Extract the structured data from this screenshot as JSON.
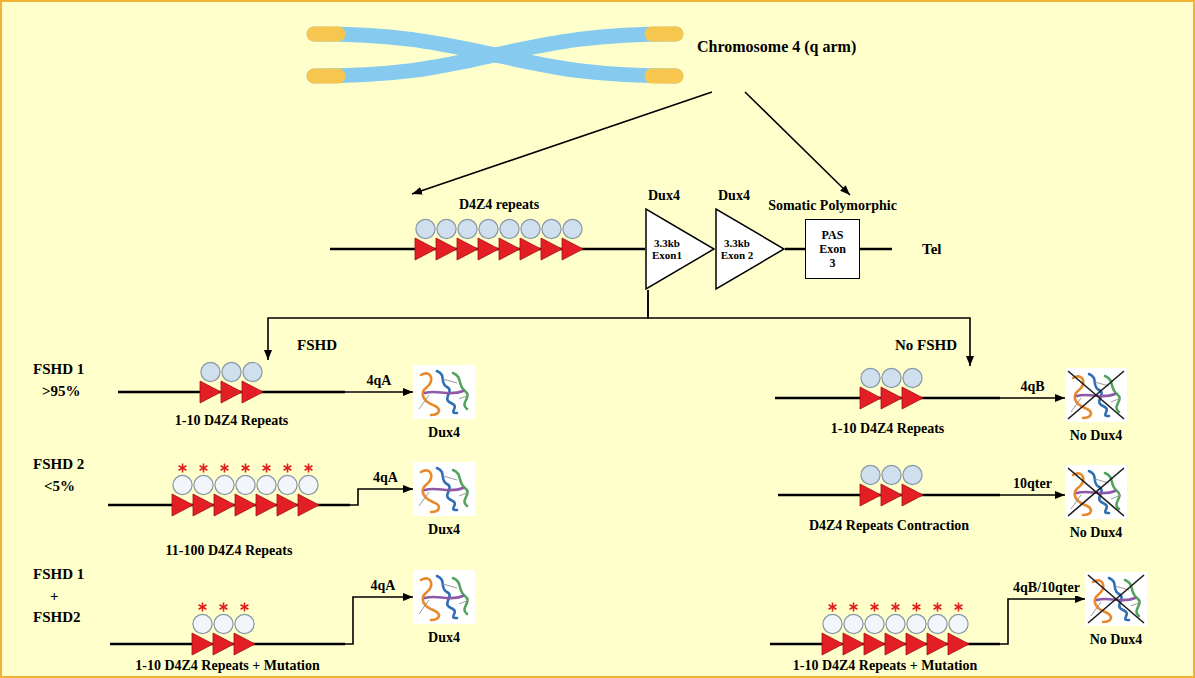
{
  "diagram": {
    "nodes": [
      {
        "text": [
          "Chromosome 4 (q arm)"
        ]
      },
      {
        "text": [
          "D4Z4 repeats"
        ]
      },
      {
        "text": [
          "Dux4",
          "3.3kb Exon1"
        ]
      },
      {
        "text": [
          "Dux4",
          "3.3kb Exon 2"
        ]
      },
      {
        "text": [
          "Somatic Polymorphic",
          "PAS Exon 3"
        ]
      },
      {
        "text": [
          "1-10 D4Z4 Repeats"
        ]
      },
      {
        "text": [
          "Dux4"
        ]
      },
      {
        "text": [
          "1-10 D4Z4 Repeats"
        ]
      },
      {
        "text": [
          "No Dux4"
        ]
      },
      {
        "text": [
          "11-100 D4Z4 Repeats"
        ]
      },
      {
        "text": [
          "Dux4"
        ]
      },
      {
        "text": [
          "D4Z4 Repeats Contraction"
        ]
      },
      {
        "text": [
          "No Dux4"
        ]
      },
      {
        "text": [
          "1-10 D4Z4 Repeats + Mutation"
        ]
      },
      {
        "text": [
          "Dux4"
        ]
      },
      {
        "text": [
          "1-10 D4Z4 Repeats + Mutation"
        ]
      },
      {
        "text": [
          "No Dux4"
        ]
      }
    ],
    "edges": [
      {
        "from": 0,
        "to": 1,
        "arrow": "to"
      },
      {
        "from": 0,
        "to": 4,
        "arrow": "to"
      },
      {
        "from": 1,
        "to": 2,
        "arrow": "none"
      },
      {
        "from": 3,
        "to": 4,
        "arrow": "none"
      },
      {
        "from": 2,
        "to": 5,
        "arrow": "to"
      },
      {
        "from": 2,
        "to": 7,
        "arrow": "to"
      },
      {
        "from": 5,
        "to": 6,
        "label": "4qA",
        "arrow": "to"
      },
      {
        "from": 7,
        "to": 8,
        "label": "4qB",
        "arrow": "to"
      },
      {
        "from": 9,
        "to": 10,
        "label": "4qA",
        "arrow": "to"
      },
      {
        "from": 11,
        "to": 12,
        "label": "10qter",
        "arrow": "to"
      },
      {
        "from": 13,
        "to": 14,
        "label": "4qA",
        "arrow": "to"
      },
      {
        "from": 15,
        "to": 16,
        "label": "4qB/10qter",
        "arrow": "to"
      }
    ],
    "labels": [
      "Tel",
      "FSHD 1",
      ">95%",
      "FSHD",
      "No FSHD",
      "FSHD 2",
      "<5%",
      "FSHD 1",
      "+",
      "FSHD2"
    ]
  }
}
